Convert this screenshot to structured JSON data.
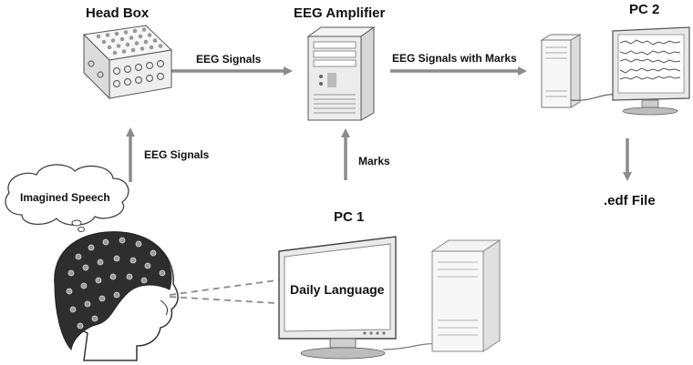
{
  "nodes": {
    "head_box": "Head Box",
    "eeg_amplifier": "EEG  Amplifier",
    "pc2": "PC 2",
    "pc1": "PC 1",
    "edf_file": ".edf File",
    "imagined_speech": "Imagined Speech",
    "daily_language": "Daily Language"
  },
  "edges": {
    "headbox_to_amplifier": "EEG Signals",
    "amplifier_to_pc2": "EEG Signals with Marks",
    "cap_to_headbox": "EEG Signals",
    "pc1_to_amplifier": "Marks"
  },
  "colors": {
    "arrow": "#8c8c8c",
    "outline": "#6b6b6b",
    "device": "#f2f2f2"
  }
}
